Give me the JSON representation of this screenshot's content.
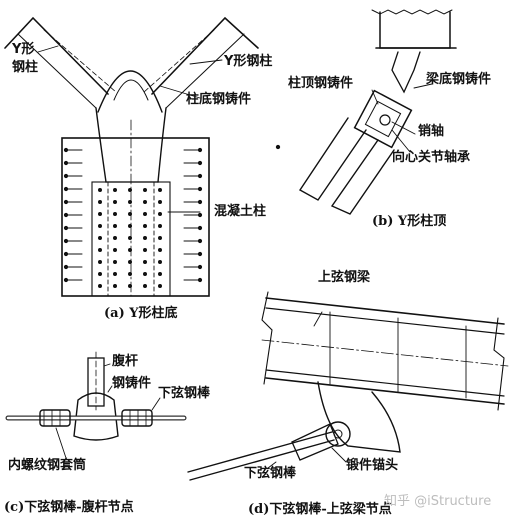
{
  "panels": {
    "a": {
      "caption": "(a) Y形柱底",
      "labels": {
        "y_column_left_line1": "Y形",
        "y_column_left_line2": "钢柱",
        "y_column_right": "Y形钢柱",
        "base_casting": "柱底钢铸件",
        "concrete_column": "混凝土柱"
      }
    },
    "b": {
      "caption": "(b) Y形柱顶",
      "labels": {
        "column_top_casting": "柱顶钢铸件",
        "beam_bottom_casting": "梁底钢铸件",
        "pin": "销轴",
        "spherical_bearing": "向心关节轴承"
      }
    },
    "c": {
      "caption": "(c)下弦钢棒-腹杆节点",
      "labels": {
        "web_member": "腹杆",
        "casting": "钢铸件",
        "lower_chord_rod": "下弦钢棒",
        "threaded_sleeve": "内螺纹钢套筒"
      }
    },
    "d": {
      "caption": "(d)下弦钢棒-上弦梁节点",
      "labels": {
        "upper_chord_beam": "上弦钢梁",
        "lower_chord_rod": "下弦钢棒",
        "forged_anchor": "锻件锚头"
      }
    }
  },
  "watermark": "知乎 @iStructure",
  "colors": {
    "ink": "#111111",
    "watermark": "#bdbdbd",
    "background": "#ffffff"
  }
}
